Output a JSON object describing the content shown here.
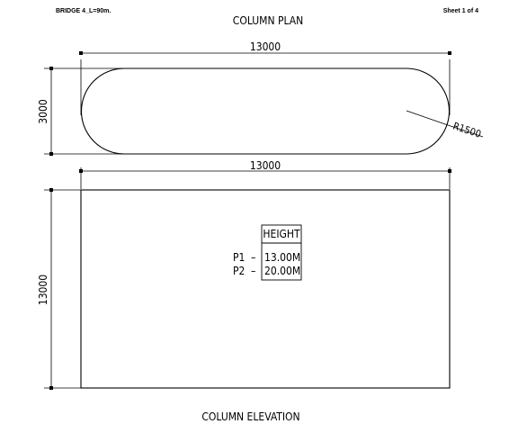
{
  "header": {
    "project": "BRIDGE 4_L=90m.",
    "sheet": "Sheet 1 of 4"
  },
  "plan": {
    "title": "COLUMN PLAN",
    "length_dim": "13000",
    "width_dim": "3000",
    "radius_label": "R1500"
  },
  "elevation": {
    "title": "COLUMN ELEVATION",
    "length_dim": "13000",
    "height_dim": "13000",
    "table": {
      "header": "HEIGHT",
      "rows": [
        {
          "label": "P1",
          "sep": "–",
          "value": "13.00M"
        },
        {
          "label": "P2",
          "sep": "–",
          "value": "20.00M"
        }
      ]
    }
  }
}
